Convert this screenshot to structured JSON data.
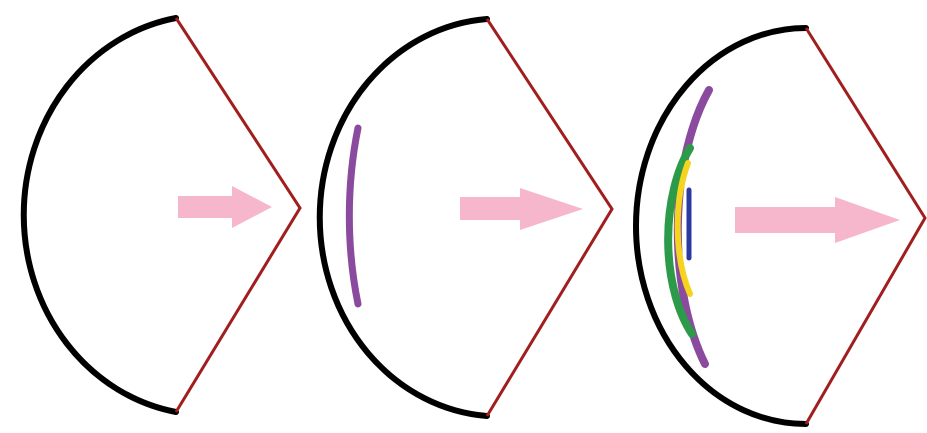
{
  "colors": {
    "background": "#ffffff",
    "outline": "#000000",
    "edge": "#a01e1e",
    "arrow": "#f6b6cc",
    "layers": {
      "purple": "#8a4a9e",
      "green": "#2c9a48",
      "yellow": "#f4d41e",
      "blue": "#2a3aa0"
    }
  },
  "panels": [
    {
      "name": "panel-1",
      "layers": [],
      "arrow": "pink-arrow"
    },
    {
      "name": "panel-2",
      "layers": [
        "purple"
      ],
      "arrow": "pink-arrow"
    },
    {
      "name": "panel-3",
      "layers": [
        "purple",
        "green",
        "yellow",
        "blue"
      ],
      "arrow": "pink-arrow"
    }
  ]
}
